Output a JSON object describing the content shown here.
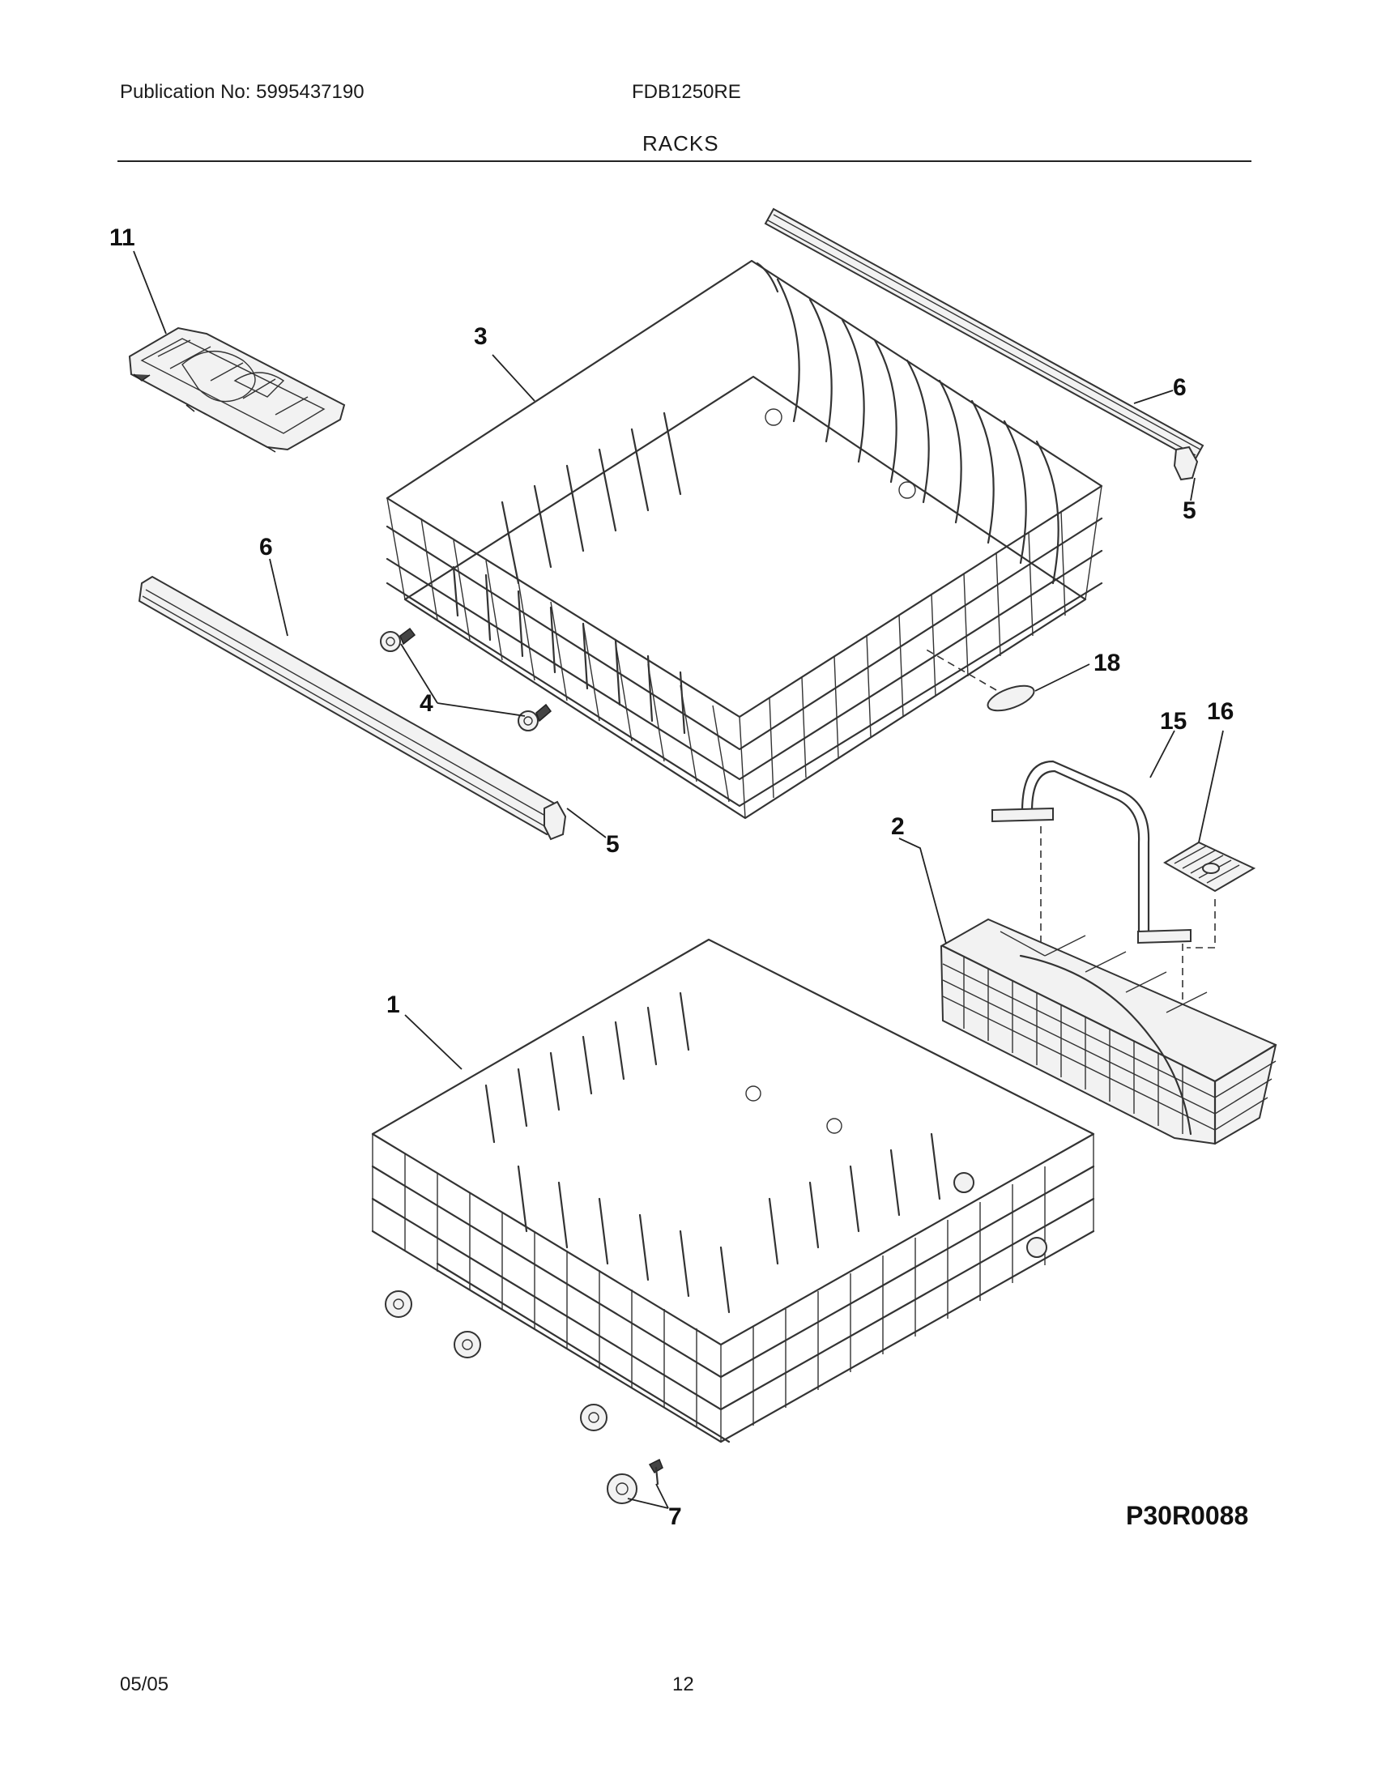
{
  "header": {
    "publication": "Publication No: 5995437190",
    "model": "FDB1250RE",
    "section": "RACKS"
  },
  "callouts": {
    "c11": "11",
    "c3": "3",
    "c6_top": "6",
    "c5_top": "5",
    "c6_left": "6",
    "c4": "4",
    "c18": "18",
    "c15": "15",
    "c16": "16",
    "c5_left": "5",
    "c2": "2",
    "c1": "1",
    "c7": "7"
  },
  "diagram_code": "P30R0088",
  "footer": {
    "date": "05/05",
    "page": "12"
  }
}
